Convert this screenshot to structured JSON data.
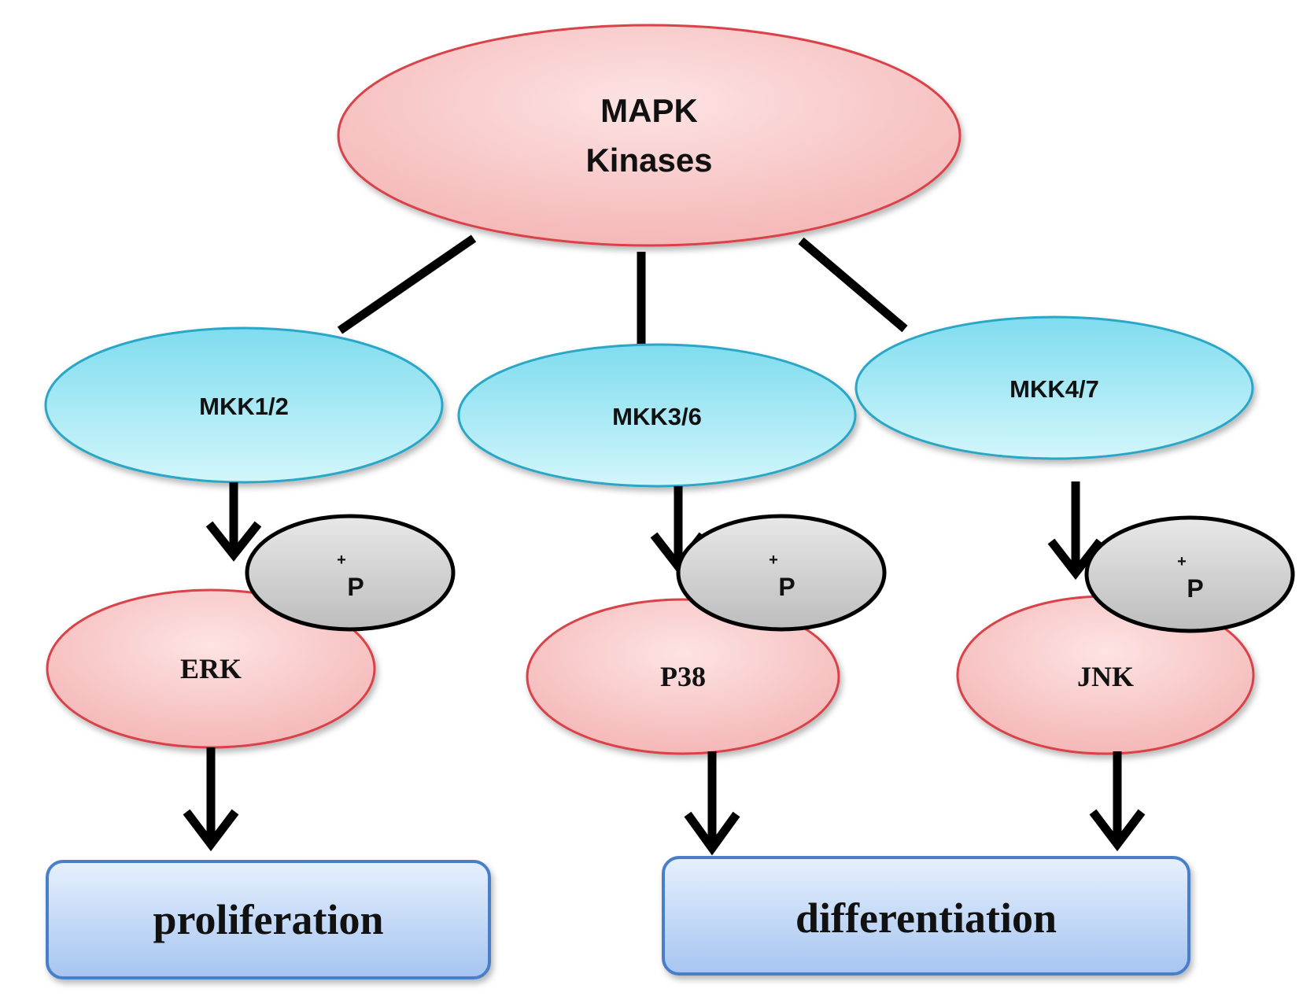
{
  "root": {
    "line1": "MAPK",
    "line2": "Kinases"
  },
  "mkk": {
    "left": "MKK1/2",
    "center": "MKK3/6",
    "right": "MKK4/7"
  },
  "mapk": {
    "left": "ERK",
    "center": "P38",
    "right": "JNK"
  },
  "phospho": {
    "charge": "+",
    "label": "P"
  },
  "outcomes": {
    "left": "proliferation",
    "right": "differentiation"
  },
  "colors": {
    "red_fill": "#f7c6c6",
    "red_stroke": "#d9434a",
    "cyan_fill": "#a8ecf7",
    "cyan_stroke": "#2aa6c7",
    "gray_fill": "#d5d5d5",
    "box_fill": "#bcd4f4",
    "box_stroke": "#4a7ec9"
  }
}
